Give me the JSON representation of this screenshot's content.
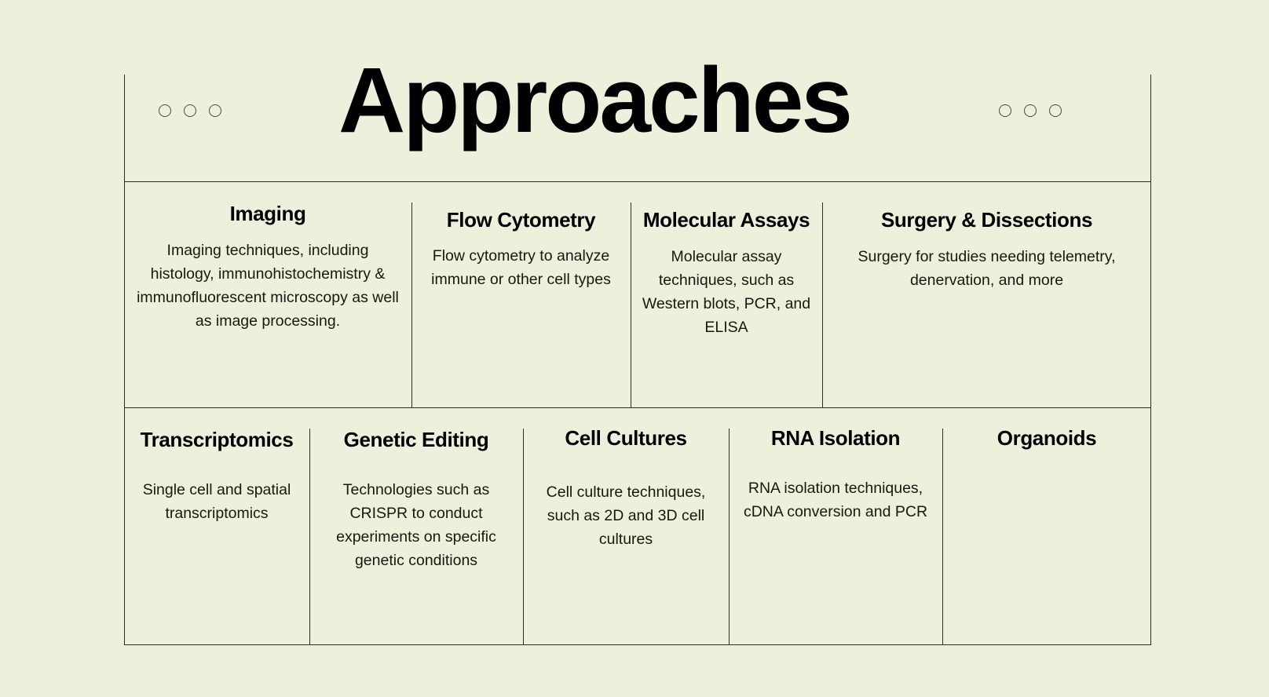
{
  "header": {
    "title": "Approaches",
    "left_dots": [
      "dot-1",
      "dot-2",
      "dot-3"
    ],
    "right_dots": [
      "dot-1",
      "dot-2",
      "dot-3"
    ]
  },
  "colors": {
    "background": "#edf0da",
    "line": "#2d2f26",
    "title_text": "#000000",
    "body_text": "#17180f"
  },
  "rows": [
    {
      "id": "row-1",
      "cards": [
        {
          "key": "imaging",
          "title": "Imaging",
          "body": "Imaging techniques, including histology, immunohistochemistry & immunofluorescent microscopy as well as image processing."
        },
        {
          "key": "flow",
          "title": "Flow Cytometry",
          "body": "Flow cytometry to analyze immune or other cell types"
        },
        {
          "key": "molecular",
          "title": "Molecular Assays",
          "body": "Molecular assay techniques, such as Western blots, PCR, and ELISA"
        },
        {
          "key": "surgery",
          "title": "Surgery & Dissections",
          "body": "Surgery for studies needing telemetry, denervation, and more"
        }
      ]
    },
    {
      "id": "row-2",
      "cards": [
        {
          "key": "transcriptomics",
          "title": "Transcriptomics",
          "body": "Single cell and spatial transcriptomics"
        },
        {
          "key": "genetic",
          "title": "Genetic Editing",
          "body": "Technologies such as CRISPR to conduct experiments on specific genetic conditions"
        },
        {
          "key": "cell",
          "title": "Cell Cultures",
          "body": "Cell culture techniques, such as 2D and 3D cell cultures"
        },
        {
          "key": "rna",
          "title": "RNA Isolation",
          "body": "RNA isolation techniques, cDNA conversion and PCR"
        },
        {
          "key": "organoids",
          "title": "Organoids",
          "body": ""
        }
      ]
    }
  ]
}
